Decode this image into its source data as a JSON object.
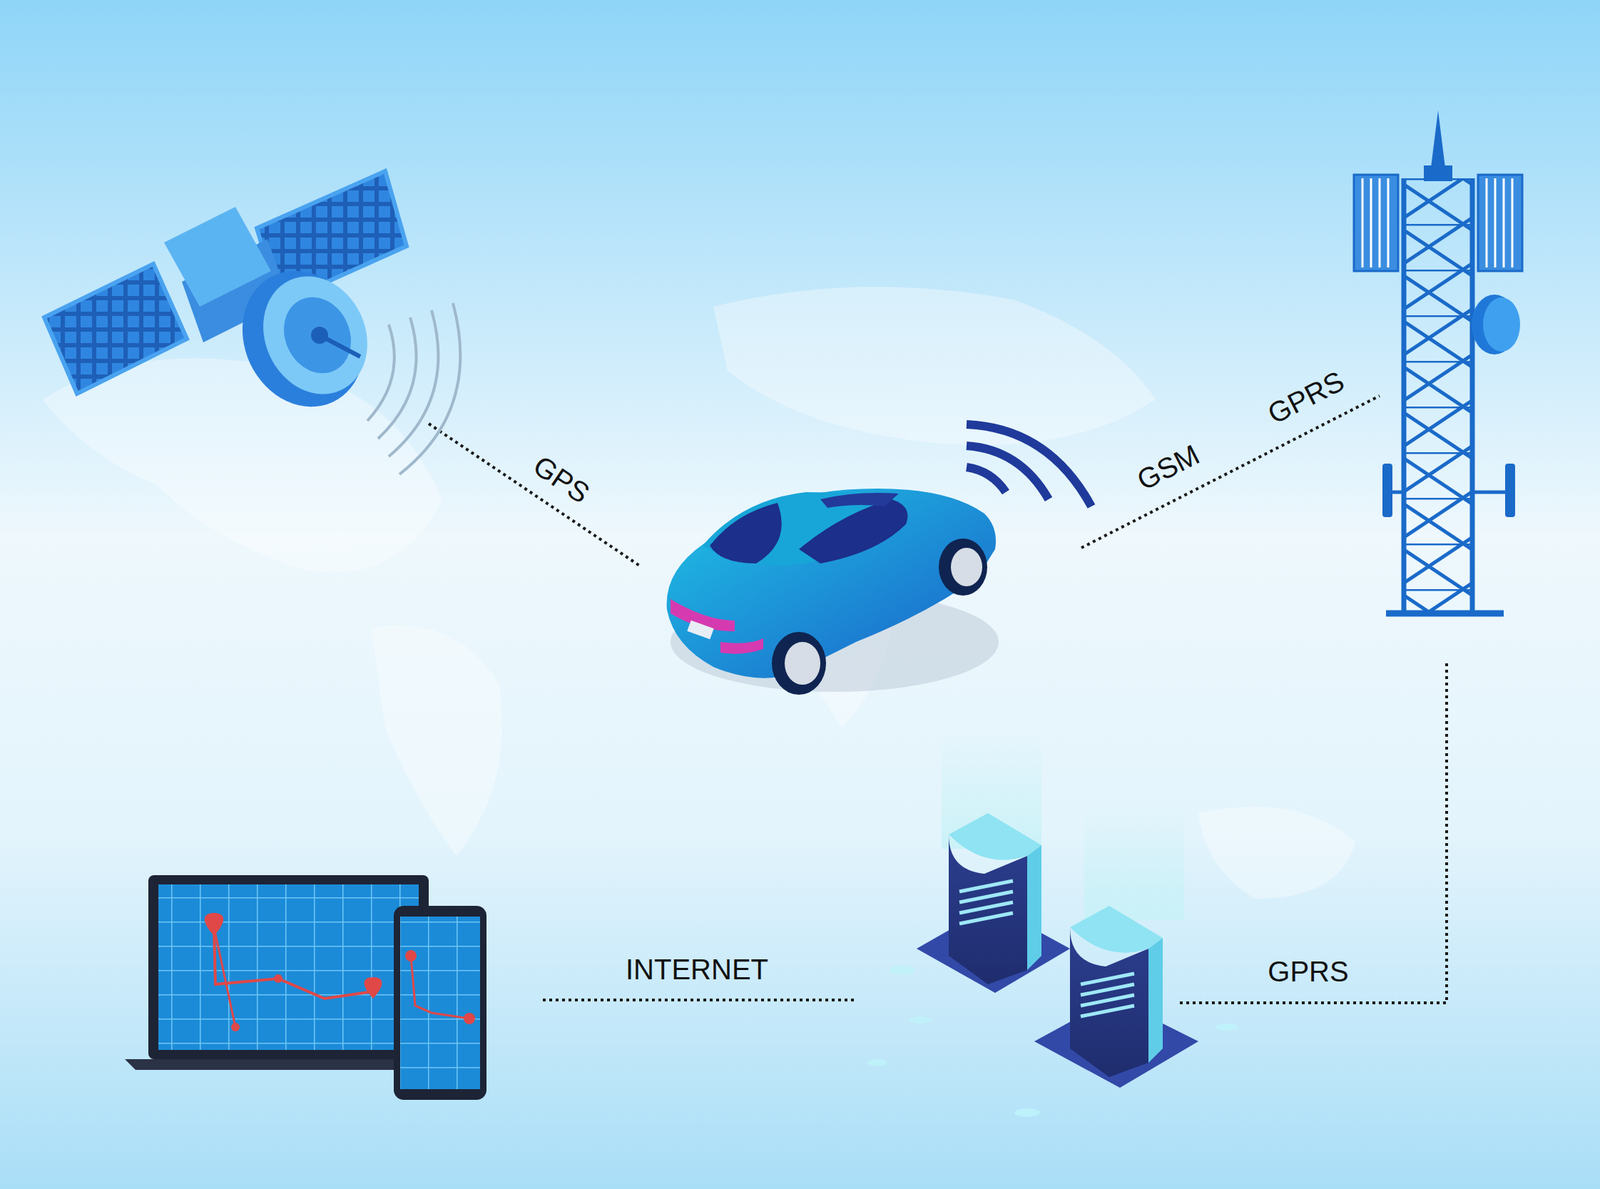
{
  "diagram": {
    "labels": [
      "GPS",
      "GSM",
      "GPRS",
      "INTERNET",
      "GPRS"
    ]
  }
}
